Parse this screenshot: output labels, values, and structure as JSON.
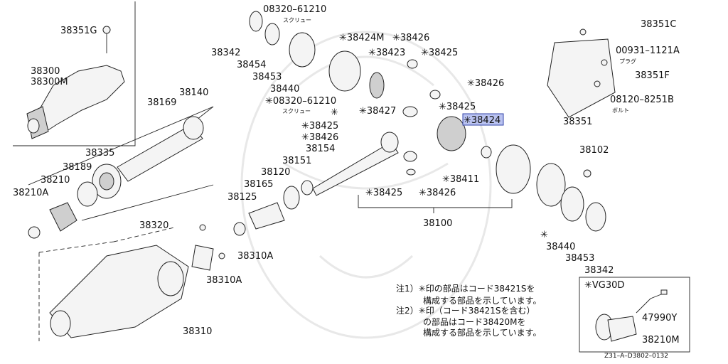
{
  "diagram": {
    "highlighted_part": "38424",
    "groups": {
      "g_38351G": "38351G",
      "g_38300": "38300",
      "g_38300M": "38300M",
      "g_38140": "38140",
      "g_38169": "38169",
      "g_38335": "38335",
      "g_38189": "38189",
      "g_38210": "38210",
      "g_38210A": "38210A",
      "g_38342_top": "38342",
      "g_38454": "38454",
      "g_38453_top": "38453",
      "g_38440_top": "38440",
      "g_08320_1": "08320–61210",
      "g_08320_1_sub": "スクリュー",
      "g_08320_2": "✳08320–61210",
      "g_08320_2_sub": "スクリュー",
      "g_38424M": "✳38424M",
      "g_38426_a": "✳38426",
      "g_38423": "✳38423",
      "g_38425_a": "✳38425",
      "g_38426_b": "✳38426",
      "g_38425_b": "✳38425",
      "g_38427": "✳38427",
      "g_38424": "✳38424",
      "g_38425_c": "✳38425",
      "g_38426_c": "✳38426",
      "g_38154": "38154",
      "g_38151": "38151",
      "g_38120": "38120",
      "g_38165": "38165",
      "g_38125": "38125",
      "g_38411": "✳38411",
      "g_38425_d": "✳38425",
      "g_38426_d": "✳38426",
      "g_38100": "38100",
      "g_38102": "38102",
      "g_38440_bot": "38440",
      "g_38453_bot": "38453",
      "g_38342_bot": "38342",
      "g_38320": "38320",
      "g_38310A_a": "38310A",
      "g_38310A_b": "38310A",
      "g_38310": "38310",
      "g_38351C": "38351C",
      "g_00931": "00931–1121A",
      "g_00931_sub": "プラグ",
      "g_38351F": "38351F",
      "g_08120": "08120–8251B",
      "g_08120_sub": "ボルト",
      "g_38351": "38351",
      "g_47990Y": "47990Y",
      "g_38210M": "38210M",
      "g_vg30d": "✳VG30D",
      "g_star_mark1": "✳",
      "g_star_mark2": "✳"
    },
    "notes": {
      "note1_line1": "注1）✳印の部品はコード38421Sを",
      "note1_line2": "構成する部品を示しています。",
      "note2_line1": "注2）✳印（コード38421Sを含む）",
      "note2_line2": "の部品はコード38420Mを",
      "note2_line3": "構成する部品を示しています。"
    },
    "reference_code": "Z31–A–D3802–0132"
  }
}
